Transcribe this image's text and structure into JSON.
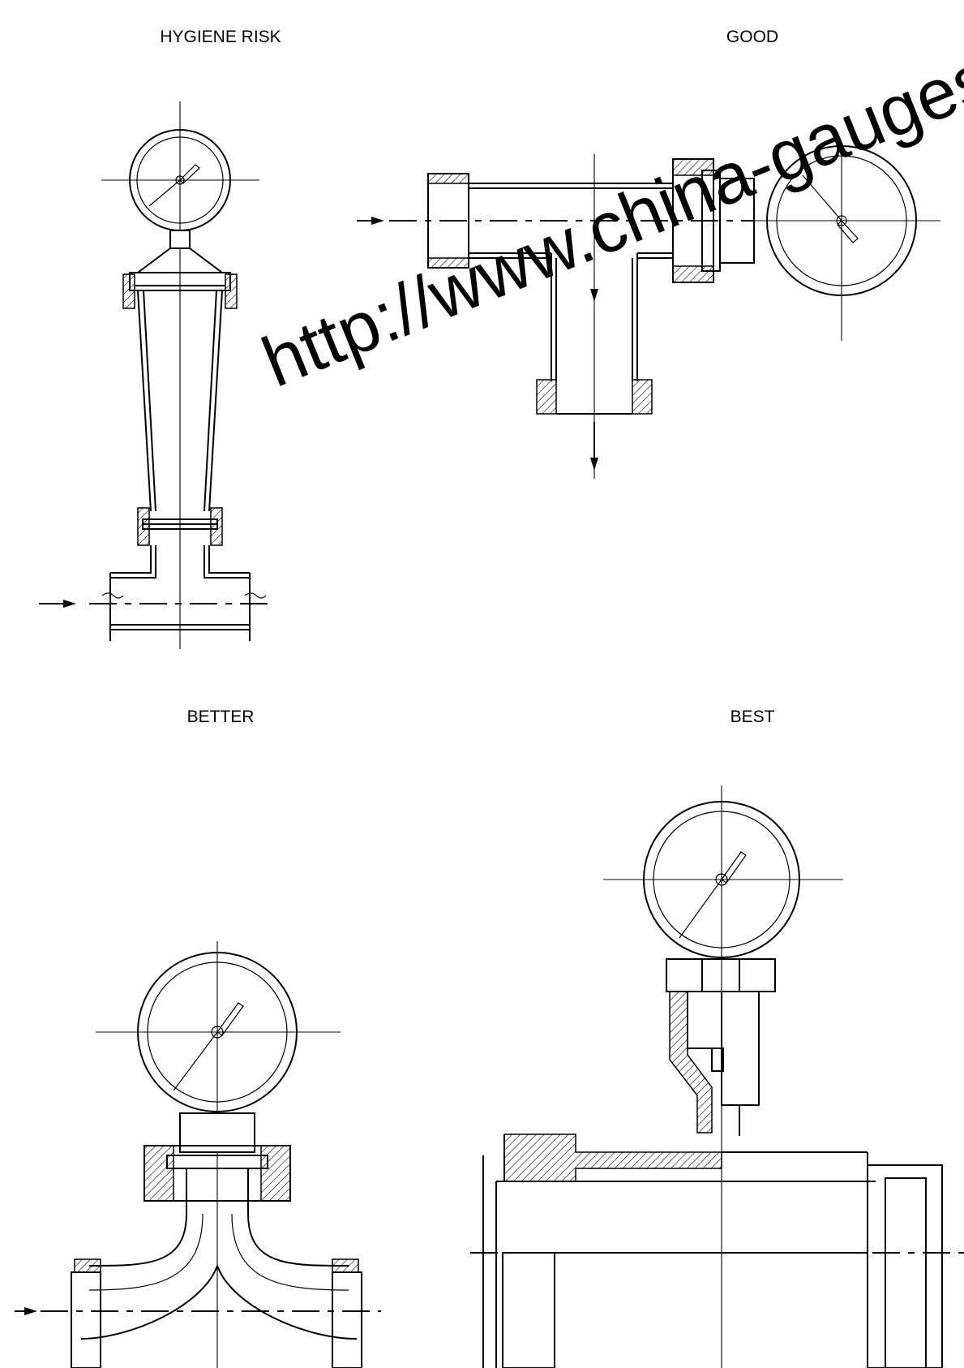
{
  "panels": [
    {
      "key": "hygiene_risk",
      "label": "HYGIENE RISK"
    },
    {
      "key": "good",
      "label": "GOOD"
    },
    {
      "key": "better",
      "label": "BETTER"
    },
    {
      "key": "best",
      "label": "BEST"
    }
  ],
  "watermark": "http://www.china-gauges.com",
  "icons": {
    "gauge": "pressure-gauge-icon",
    "flow": "flow-arrow-icon"
  }
}
